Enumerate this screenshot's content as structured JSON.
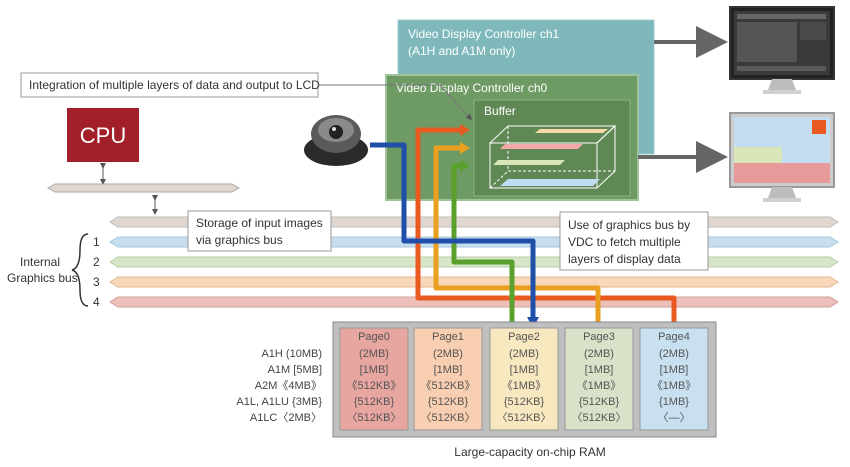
{
  "vdc_ch1": {
    "line1": "Video Display Controller ch1",
    "line2": "(A1H and A1M only)"
  },
  "vdc_ch0": {
    "title": "Video Display Controller ch0"
  },
  "buffer": {
    "label": "Buffer"
  },
  "cpu": {
    "label": "CPU"
  },
  "callouts": {
    "integration": "Integration of multiple layers of data and output to LCD",
    "storage_line1": "Storage of input images",
    "storage_line2": "via graphics bus",
    "use_line1": "Use of graphics bus by",
    "use_line2": "VDC to fetch multiple",
    "use_line3": "layers of display data"
  },
  "bus": {
    "label_line1": "Internal",
    "label_line2": "Graphics bus",
    "numbers": [
      "1",
      "2",
      "3",
      "4"
    ]
  },
  "ram": {
    "caption": "Large-capacity on-chip RAM",
    "row_labels": [
      "A1H (10MB)",
      "A1M [5MB]",
      "A2M《4MB》",
      "A1L, A1LU {3MB}",
      "A1LC〈2MB〉"
    ],
    "pages": [
      {
        "name": "Page0",
        "values": [
          "(2MB)",
          "[1MB]",
          "《512KB》",
          "{512KB}",
          "〈512KB〉"
        ],
        "color": "#e8a6a0"
      },
      {
        "name": "Page1",
        "values": [
          "(2MB)",
          "[1MB]",
          "《512KB》",
          "{512KB}",
          "〈512KB〉"
        ],
        "color": "#f8cfb0"
      },
      {
        "name": "Page2",
        "values": [
          "(2MB)",
          "[1MB]",
          "《1MB》",
          "{512KB}",
          "〈512KB〉"
        ],
        "color": "#f8e8c0"
      },
      {
        "name": "Page3",
        "values": [
          "(2MB)",
          "[1MB]",
          "《1MB》",
          "{512KB}",
          "〈512KB〉"
        ],
        "color": "#d8e2c8"
      },
      {
        "name": "Page4",
        "values": [
          "(2MB)",
          "[1MB]",
          "《1MB》",
          "{1MB}",
          "〈—〉"
        ],
        "color": "#c8e0f0"
      }
    ]
  },
  "colors": {
    "vdc_ch1": "#7fb8bb",
    "vdc_ch0": "#6e9a64",
    "cpu": "#a3202a",
    "line_blue": "#1f4fa8",
    "line_green": "#5aa02c",
    "line_orange": "#e9a020",
    "line_red": "#e85a20"
  }
}
